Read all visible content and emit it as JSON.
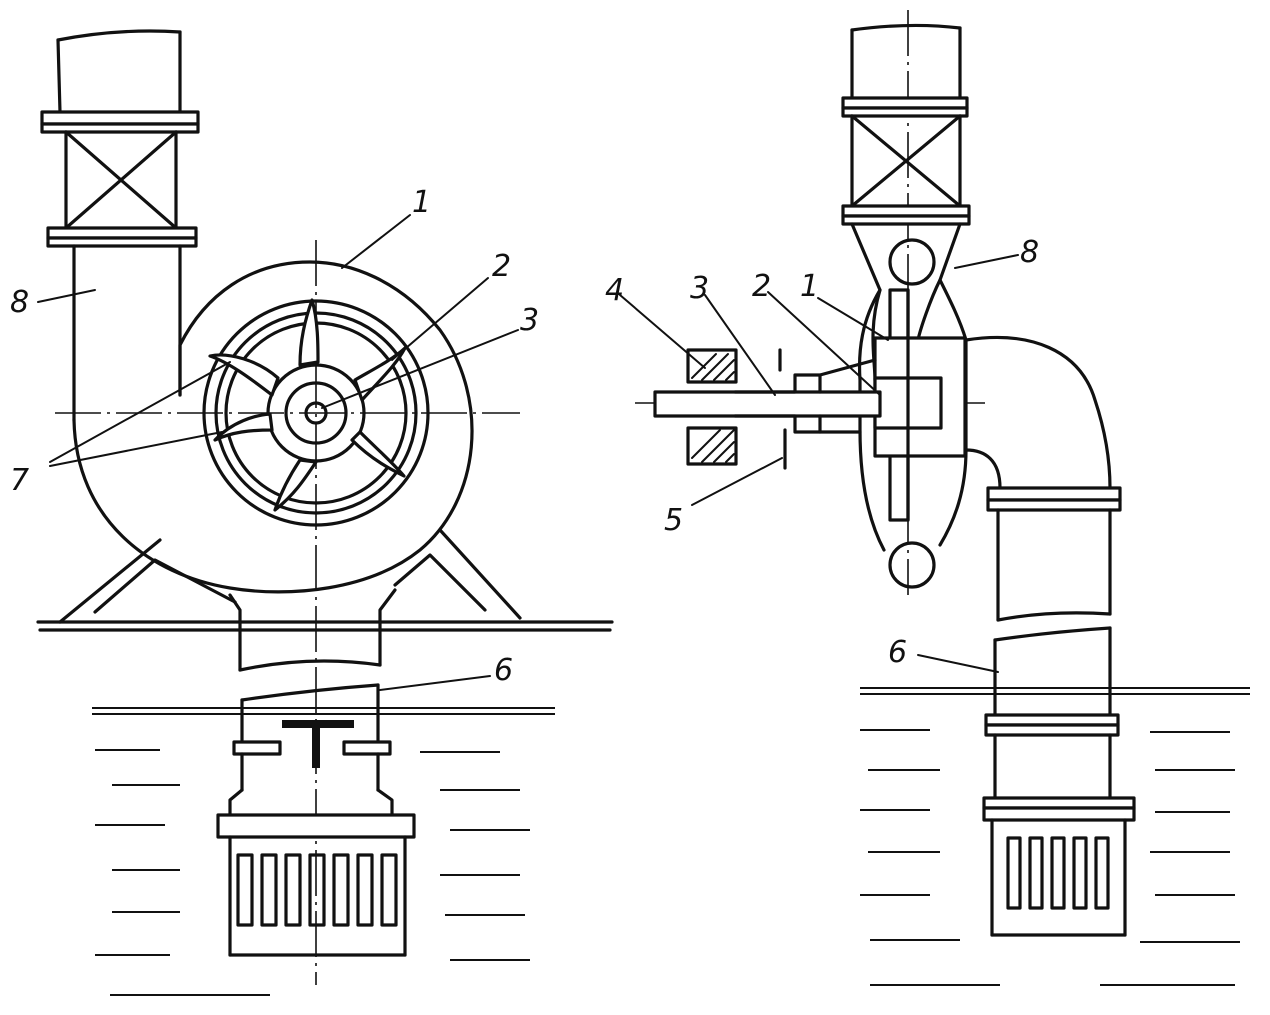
{
  "colors": {
    "ink": "#111111",
    "paper": "#ffffff"
  },
  "front_view": {
    "labels": {
      "casing": "1",
      "impeller": "2",
      "shaft": "3",
      "suction_pipe": "6",
      "blades": "7",
      "discharge_pipe": "8"
    }
  },
  "side_view": {
    "labels": {
      "bearing": "4",
      "shaft": "3",
      "impeller": "2",
      "casing": "1",
      "seal": "5",
      "discharge_pipe": "8",
      "suction_pipe": "6"
    }
  }
}
